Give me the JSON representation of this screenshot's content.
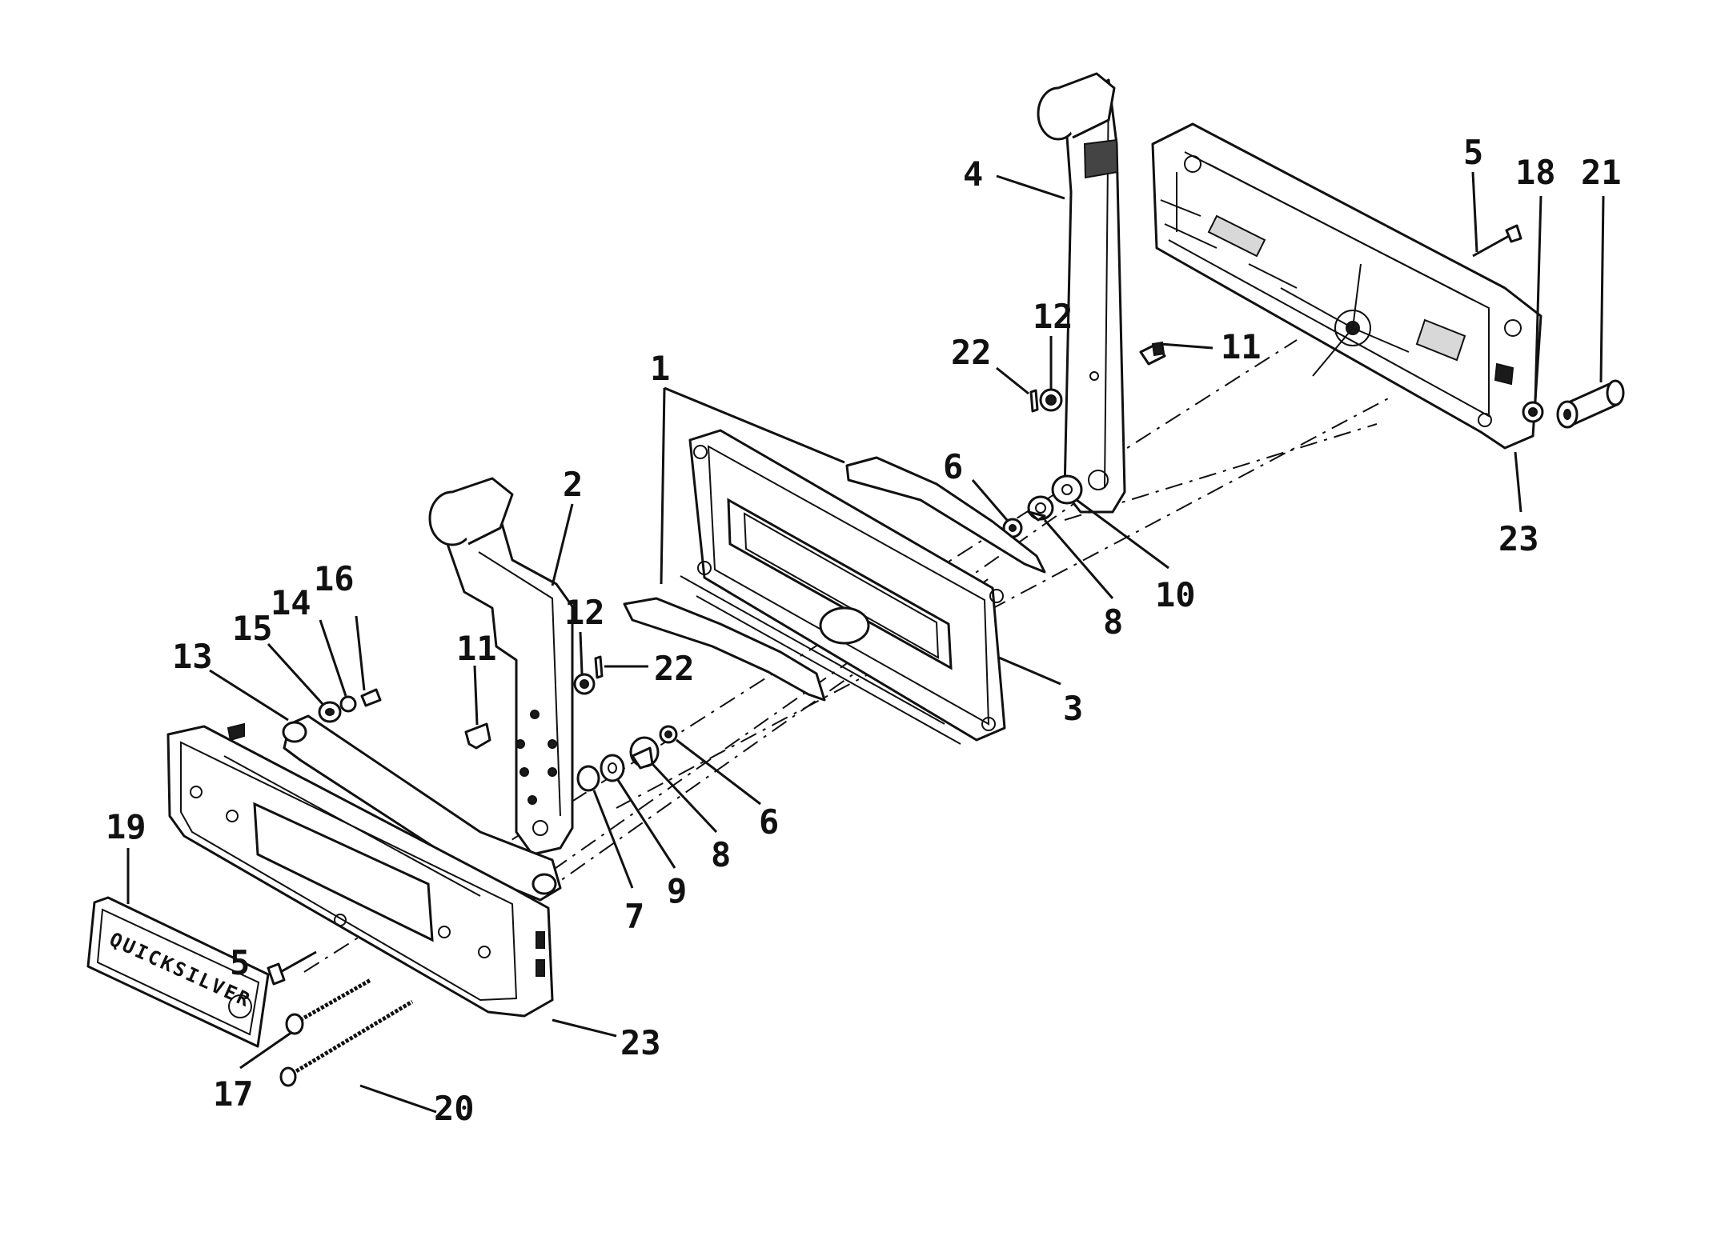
{
  "callouts": [
    {
      "id": "c1",
      "text": "1"
    },
    {
      "id": "c2",
      "text": "2"
    },
    {
      "id": "c3",
      "text": "3"
    },
    {
      "id": "c4",
      "text": "4"
    },
    {
      "id": "c5a",
      "text": "5"
    },
    {
      "id": "c5b",
      "text": "5"
    },
    {
      "id": "c6a",
      "text": "6"
    },
    {
      "id": "c6b",
      "text": "6"
    },
    {
      "id": "c7",
      "text": "7"
    },
    {
      "id": "c8a",
      "text": "8"
    },
    {
      "id": "c8b",
      "text": "8"
    },
    {
      "id": "c9",
      "text": "9"
    },
    {
      "id": "c10",
      "text": "10"
    },
    {
      "id": "c11a",
      "text": "11"
    },
    {
      "id": "c11b",
      "text": "11"
    },
    {
      "id": "c12a",
      "text": "12"
    },
    {
      "id": "c12b",
      "text": "12"
    },
    {
      "id": "c13",
      "text": "13"
    },
    {
      "id": "c14",
      "text": "14"
    },
    {
      "id": "c15",
      "text": "15"
    },
    {
      "id": "c16",
      "text": "16"
    },
    {
      "id": "c17",
      "text": "17"
    },
    {
      "id": "c18",
      "text": "18"
    },
    {
      "id": "c19",
      "text": "19"
    },
    {
      "id": "c20",
      "text": "20"
    },
    {
      "id": "c21",
      "text": "21"
    },
    {
      "id": "c22a",
      "text": "22"
    },
    {
      "id": "c22b",
      "text": "22"
    },
    {
      "id": "c23a",
      "text": "23"
    },
    {
      "id": "c23b",
      "text": "23"
    }
  ],
  "nameplate": {
    "text": "QUICKSILVER"
  }
}
